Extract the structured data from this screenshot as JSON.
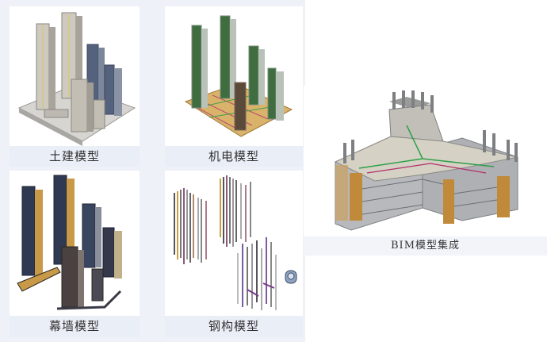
{
  "panels": [
    {
      "id": "civil",
      "caption": "土建模型",
      "kind": "civil-model"
    },
    {
      "id": "mep",
      "caption": "机电模型",
      "kind": "mep-model"
    },
    {
      "id": "curtain",
      "caption": "幕墙模型",
      "kind": "curtain-wall-model"
    },
    {
      "id": "steel",
      "caption": "钢构模型",
      "kind": "steel-structure-model"
    },
    {
      "id": "integrated",
      "caption": "BIM模型集成",
      "kind": "bim-integration-model"
    }
  ],
  "colors": {
    "page_bg": "#eef1f8",
    "caption_bg": "#eaeef7",
    "concrete": "#c9c6c0",
    "glass_blue": "#4a5a78",
    "dark_glass": "#2f3a52",
    "gold": "#c89a48",
    "green": "#2e7d32",
    "pipe_red": "#b0306a"
  }
}
